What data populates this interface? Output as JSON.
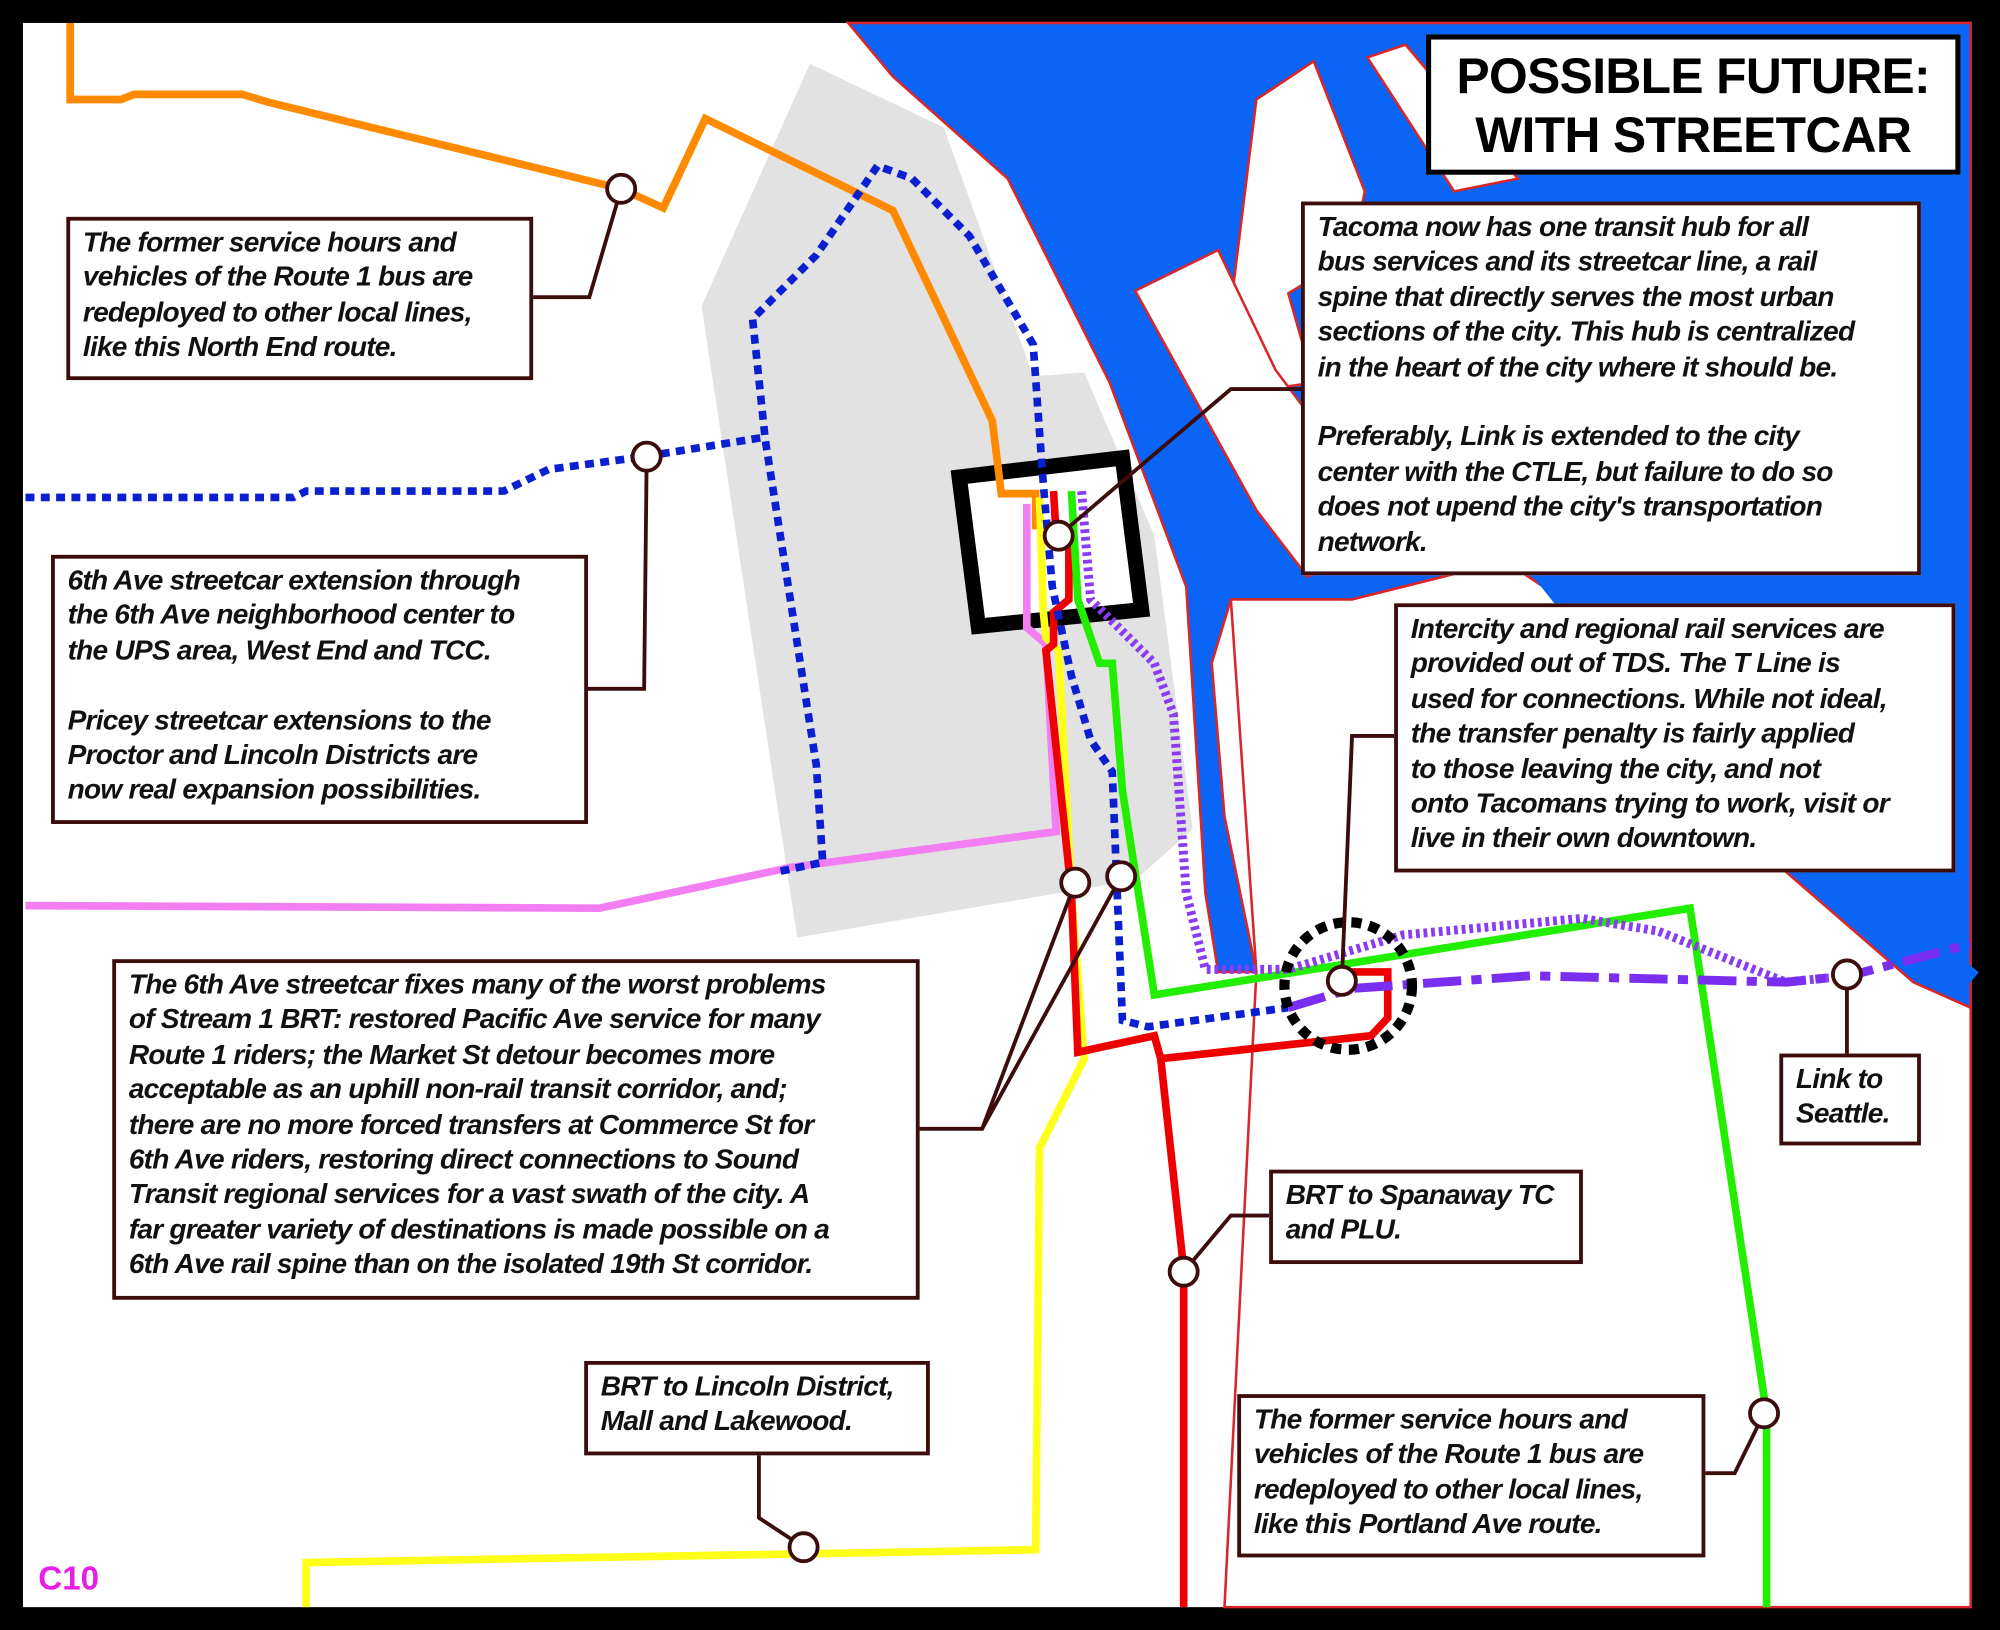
{
  "title": "POSSIBLE FUTURE:\nWITH STREETCAR",
  "page_label": "C10",
  "colors": {
    "water": "#0a64f5",
    "downtown": "#e2e2e2",
    "route_north_end": "#ff8a00",
    "route_6th_ave_bus": "#0a1fd0",
    "route_6th_ave_streetcar": "#f27ef2",
    "route_lincoln_brt": "#ffff1a",
    "route_spanaway_brt": "#ee0000",
    "route_portland_ave": "#22ee00",
    "t_line": "#8a3cf0",
    "link": "#7a2ff0",
    "callout_border": "#3d0c0c"
  },
  "callouts": {
    "north_end": "The former service hours and\nvehicles of the Route 1 bus are\nredeployed to other local lines,\nlike this North End route.",
    "sixth_ave_extension": "6th Ave streetcar extension through\nthe 6th Ave neighborhood center to\nthe UPS area, West End and TCC.\n\nPricey streetcar extensions to the\nProctor and Lincoln Districts are\nnow real expansion possibilities.",
    "streetcar_fixes": "The 6th Ave streetcar fixes many of the worst problems\nof Stream 1 BRT: restored Pacific Ave service for many\nRoute 1 riders; the Market St detour becomes more\nacceptable as an uphill non-rail transit corridor, and;\nthere are no more forced transfers at Commerce St for\n6th Ave riders, restoring direct connections to Sound\nTransit regional services for a vast swath of the city. A\nfar greater variety of destinations is made possible on a\n6th Ave rail spine than on the isolated 19th St corridor.",
    "lincoln_brt": "BRT to Lincoln District,\nMall and Lakewood.",
    "spanaway_brt": "BRT to Spanaway TC\nand PLU.",
    "portland_ave": "The former service hours and\nvehicles of the Route 1 bus are\nredeployed to other local lines,\nlike this Portland Ave route.",
    "transit_hub": "Tacoma now has one transit hub for all\nbus services and its streetcar line, a rail\nspine that directly serves the most urban\nsections of the city. This hub is centralized\nin the heart of the city where it should be.\n\nPreferably, Link is extended to the city\ncenter with the CTLE, but failure to do so\ndoes not upend the city's transportation\nnetwork.",
    "intercity_rail": "Intercity and regional rail services are\nprovided out of TDS. The T Line is\nused for connections. While not ideal,\nthe transfer penalty is fairly applied\nto those leaving the city, and not\nonto Tacomans trying to work, visit or\nlive in their own downtown.",
    "link_seattle": "Link to\nSeattle."
  }
}
